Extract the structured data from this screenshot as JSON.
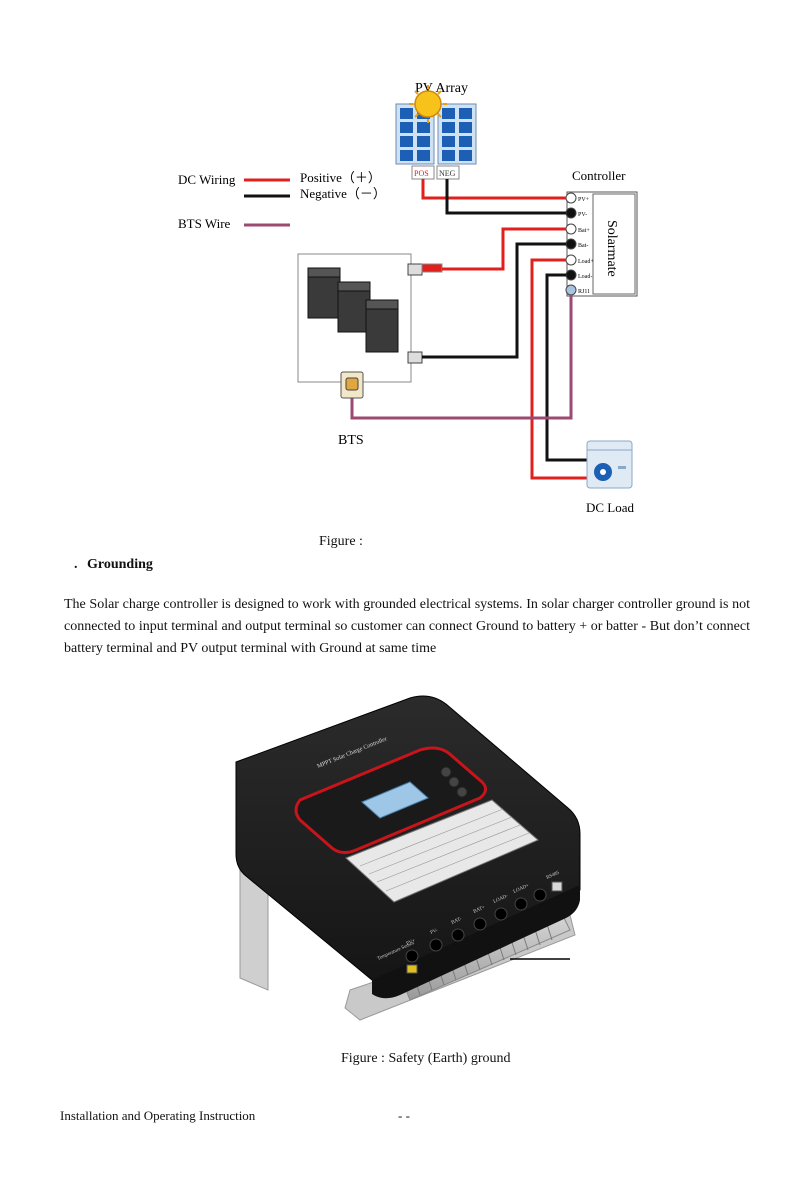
{
  "wiring_diagram": {
    "pv_array_label": "PV Array",
    "pos_tag": "POS",
    "neg_tag": "NEG",
    "dc_wiring_label": "DC Wiring",
    "positive_label": "Positive（＋）",
    "negative_label": "Negative（－）",
    "bts_wire_label": "BTS  Wire",
    "controller_label": "Controller",
    "controller_brand": "Solarmate",
    "terminals": [
      "PV+",
      "PV-",
      "Bat+",
      "Bat-",
      "Load+",
      "Load-",
      "RJ11"
    ],
    "bts_label": "BTS",
    "dc_load_label": "DC Load",
    "colors": {
      "positive": "#e0201c",
      "negative": "#111111",
      "bts": "#9b4a72"
    }
  },
  "figure1_caption": "Figure   :",
  "section": {
    "number": ".",
    "title": "Grounding"
  },
  "paragraph": "The Solar charge controller is designed to work with grounded electrical systems. In solar charger controller ground is not connected to input terminal and output terminal so customer can connect Ground to battery + or batter -  But don’t connect battery terminal and PV output terminal with Ground at same time",
  "product": {
    "title_on_device": "MPPT Solar Charge Controller",
    "port_labels": [
      "PV+",
      "PV-",
      "BAT-",
      "BAT+",
      "LOAD-",
      "LOAD+",
      "RS485"
    ],
    "temp_label": "Temperature Sensor"
  },
  "figure2_caption": "Figure  : Safety (Earth) ground",
  "footer": {
    "left": "Installation and Operating Instruction",
    "page": "-    -"
  }
}
